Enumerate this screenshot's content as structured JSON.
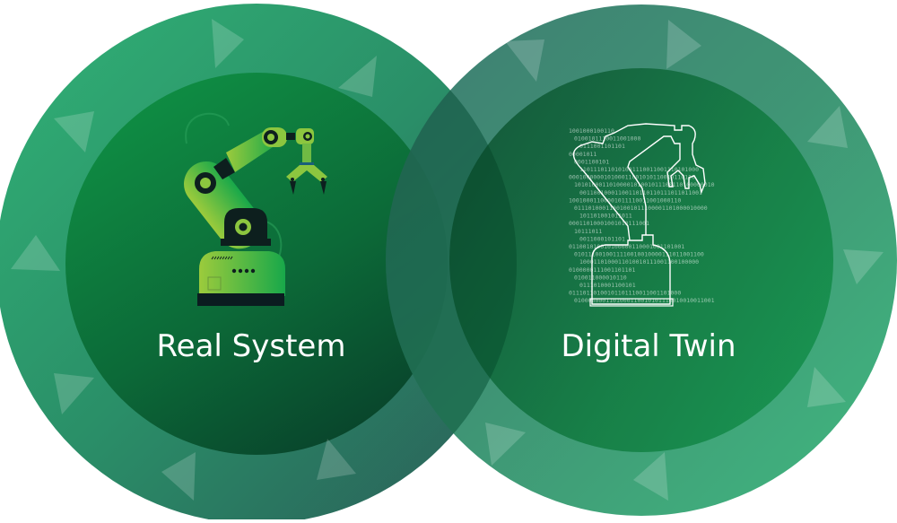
{
  "diagram": {
    "title": "Real System and Digital Twin",
    "left_circle": {
      "label": "Real System",
      "icon": "robot-arm-icon",
      "ring_color_top": "#2eaa6e",
      "ring_color_bottom": "#2b6a5e",
      "inner_color_top": "#0f8a40",
      "inner_color_bottom": "#0b4a2e"
    },
    "right_circle": {
      "label": "Digital Twin",
      "icon": "wireframe-robot-arm-binary-icon",
      "ring_color_top": "#2b7a66",
      "ring_color_bottom": "#2aa46e",
      "inner_color_top": "#0d5a35",
      "inner_color_bottom": "#0f8a45"
    },
    "arrow_color": "#ffffff",
    "binary_rows": [
      "1001000100110",
      "0100101110011001000",
      "0111001101101",
      "00001011",
      "0001100101",
      "1101110110101001110011001110101000",
      "000100000010100011001010110010110110",
      "1010100011010000101001011100110100000010",
      "00110010001100110110110111011011001",
      "10010001100001011110011001000110",
      "01110100011001001011100001101000010000",
      "101101001011011",
      "00011010001001010111001",
      "10111011",
      "0011000101101",
      "011001010010100000110001001101001",
      "0101110010011110010010000111011001100",
      "1000110100011010010111001100100000",
      "0100000111001101101",
      "010011000010110",
      "0111010001100101",
      "01110110100101101110011001101000",
      "0100000001101000110010101110010010011001"
    ]
  }
}
